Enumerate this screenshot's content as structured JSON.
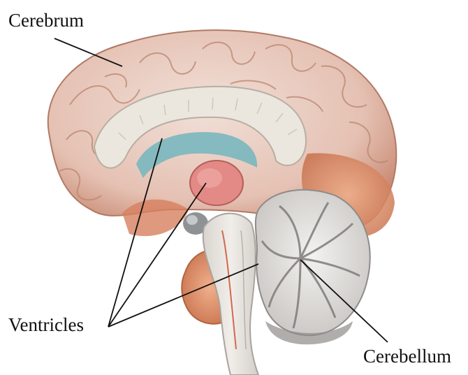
{
  "labels": {
    "cerebrum": "Cerebrum",
    "ventricles": "Ventricles",
    "cerebellum": "Cerebellum"
  },
  "colors": {
    "cortex": "#e9d3cb",
    "cortex_shade": "#c98b74",
    "frontal_blush": "#d9826a",
    "white_matter": "#ebe8e1",
    "corpus_callosum": "#e8e4dc",
    "thalamus": "#e38a86",
    "ventricle_blue": "#79b7bf",
    "brainstem": "#e6e2dc",
    "cerebellum_white": "#ecebe8",
    "cerebellum_gray": "#8e8b8a",
    "temporal": "#e0956d",
    "leader_line": "#111111"
  }
}
